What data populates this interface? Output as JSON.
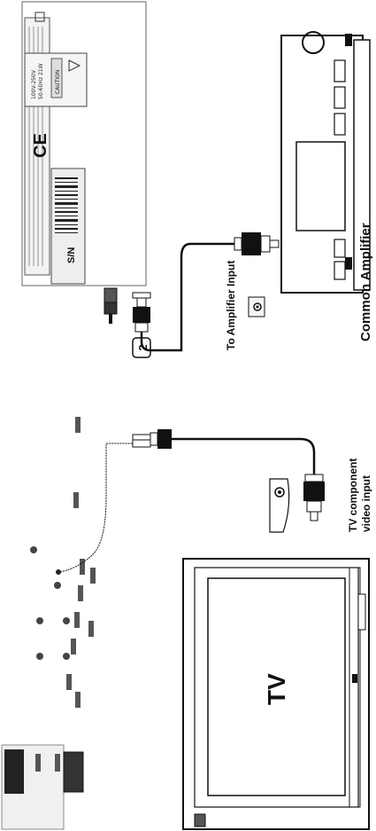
{
  "labels": {
    "tv": "TV",
    "tv_component_line1": "TV component",
    "tv_component_line2": "video input",
    "amp_input": "To Amplifier Input",
    "common_amp": "Common Amplifier",
    "step": "2",
    "sn": "S/N",
    "ce": "CE",
    "caution": "CAUTION",
    "voltage_line1": "100V-250V",
    "voltage_line2": "50-60Hz 21W"
  },
  "colors": {
    "ink": "#111111",
    "paper": "#ffffff",
    "screen_fill": "#ffffff"
  }
}
